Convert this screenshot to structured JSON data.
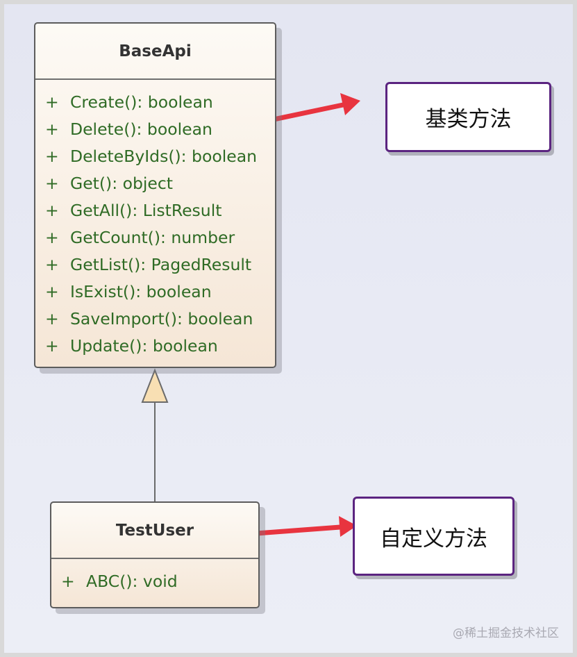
{
  "classes": {
    "base": {
      "name": "BaseApi",
      "members": [
        {
          "visibility": "+",
          "signature": "Create(): boolean"
        },
        {
          "visibility": "+",
          "signature": "Delete(): boolean"
        },
        {
          "visibility": "+",
          "signature": "DeleteByIds(): boolean"
        },
        {
          "visibility": "+",
          "signature": "Get(): object"
        },
        {
          "visibility": "+",
          "signature": "GetAll(): ListResult"
        },
        {
          "visibility": "+",
          "signature": "GetCount(): number"
        },
        {
          "visibility": "+",
          "signature": "GetList(): PagedResult"
        },
        {
          "visibility": "+",
          "signature": "IsExist(): boolean"
        },
        {
          "visibility": "+",
          "signature": "SaveImport(): boolean"
        },
        {
          "visibility": "+",
          "signature": "Update(): boolean"
        }
      ]
    },
    "derived": {
      "name": "TestUser",
      "members": [
        {
          "visibility": "+",
          "signature": "ABC(): void"
        }
      ]
    }
  },
  "notes": {
    "base": "基类方法",
    "custom": "自定义方法"
  },
  "watermark": "@稀土掘金技术社区",
  "colors": {
    "member_text": "#2f6b25",
    "arrow": "#e8343f",
    "note_border": "#5b2480",
    "triangle_fill": "#f8dfb3"
  }
}
